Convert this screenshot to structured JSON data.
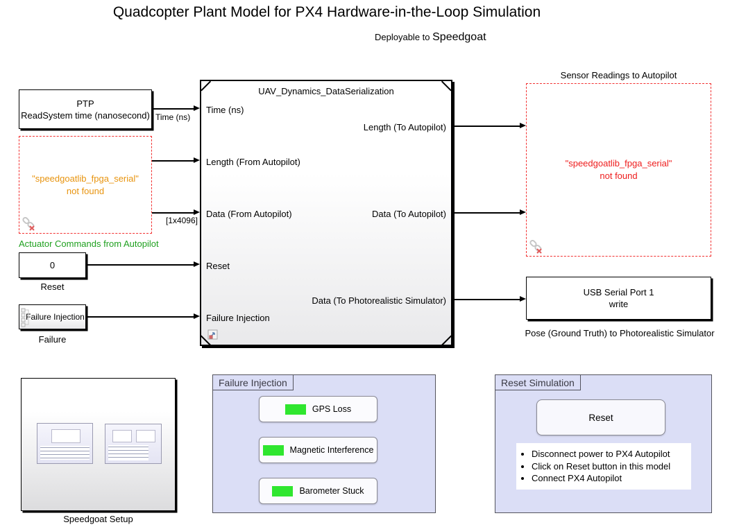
{
  "diagram": {
    "title": "Quadcopter Plant Model for PX4 Hardware-in-the-Loop Simulation",
    "subtitle_prefix": "Deployable to ",
    "subtitle_emphasis": "Speedgoat"
  },
  "blocks": {
    "ptp": {
      "line1": "PTP",
      "line2": "ReadSystem time (nanosecond)"
    },
    "actuator_serial": {
      "error_line1": "\"speedgoatlib_fpga_serial\"",
      "error_line2": "not found",
      "caption": "Actuator Commands from Autopilot"
    },
    "reset_constant": {
      "value": "0",
      "caption": "Reset"
    },
    "failure_source": {
      "label": "Failure Injection",
      "caption": "Failure"
    },
    "uav_model": {
      "title": "UAV_Dynamics_DataSerialization",
      "inports": [
        "Time (ns)",
        "Length (From Autopilot)",
        "Data (From Autopilot)",
        "Reset",
        "Failure Injection"
      ],
      "outports": [
        "Length (To Autopilot)",
        "Data (To Autopilot)",
        "Data (To Photorealistic Simulator)"
      ]
    },
    "sensor_serial": {
      "caption": "Sensor Readings to Autopilot",
      "error_line1": "\"speedgoatlib_fpga_serial\"",
      "error_line2": "not found"
    },
    "usb_serial": {
      "line1": "USB Serial Port 1",
      "line2": "write",
      "caption": "Pose (Ground Truth) to Photorealistic Simulator"
    },
    "speedgoat_setup": {
      "caption": "Speedgoat Setup"
    }
  },
  "signals": {
    "time": "Time (ns)",
    "data_dimension": "[1x4096]"
  },
  "panels": {
    "failure_injection": {
      "title": "Failure Injection",
      "buttons": [
        {
          "label": "GPS Loss"
        },
        {
          "label": "Magnetic Interference"
        },
        {
          "label": "Barometer Stuck"
        }
      ]
    },
    "reset_simulation": {
      "title": "Reset Simulation",
      "button_label": "Reset",
      "steps": [
        "Disconnect power to PX4 Autopilot",
        "Click on Reset button in this model",
        "Connect PX4 Autopilot"
      ]
    }
  },
  "colors": {
    "link_warning_orange": "#e8940f",
    "link_error_red": "#ee1c1c",
    "annotation_green": "#1fa01f",
    "dashed_border_red": "#f23030",
    "panel_background": "#dbdef6",
    "toggle_green": "#2fe62f"
  }
}
